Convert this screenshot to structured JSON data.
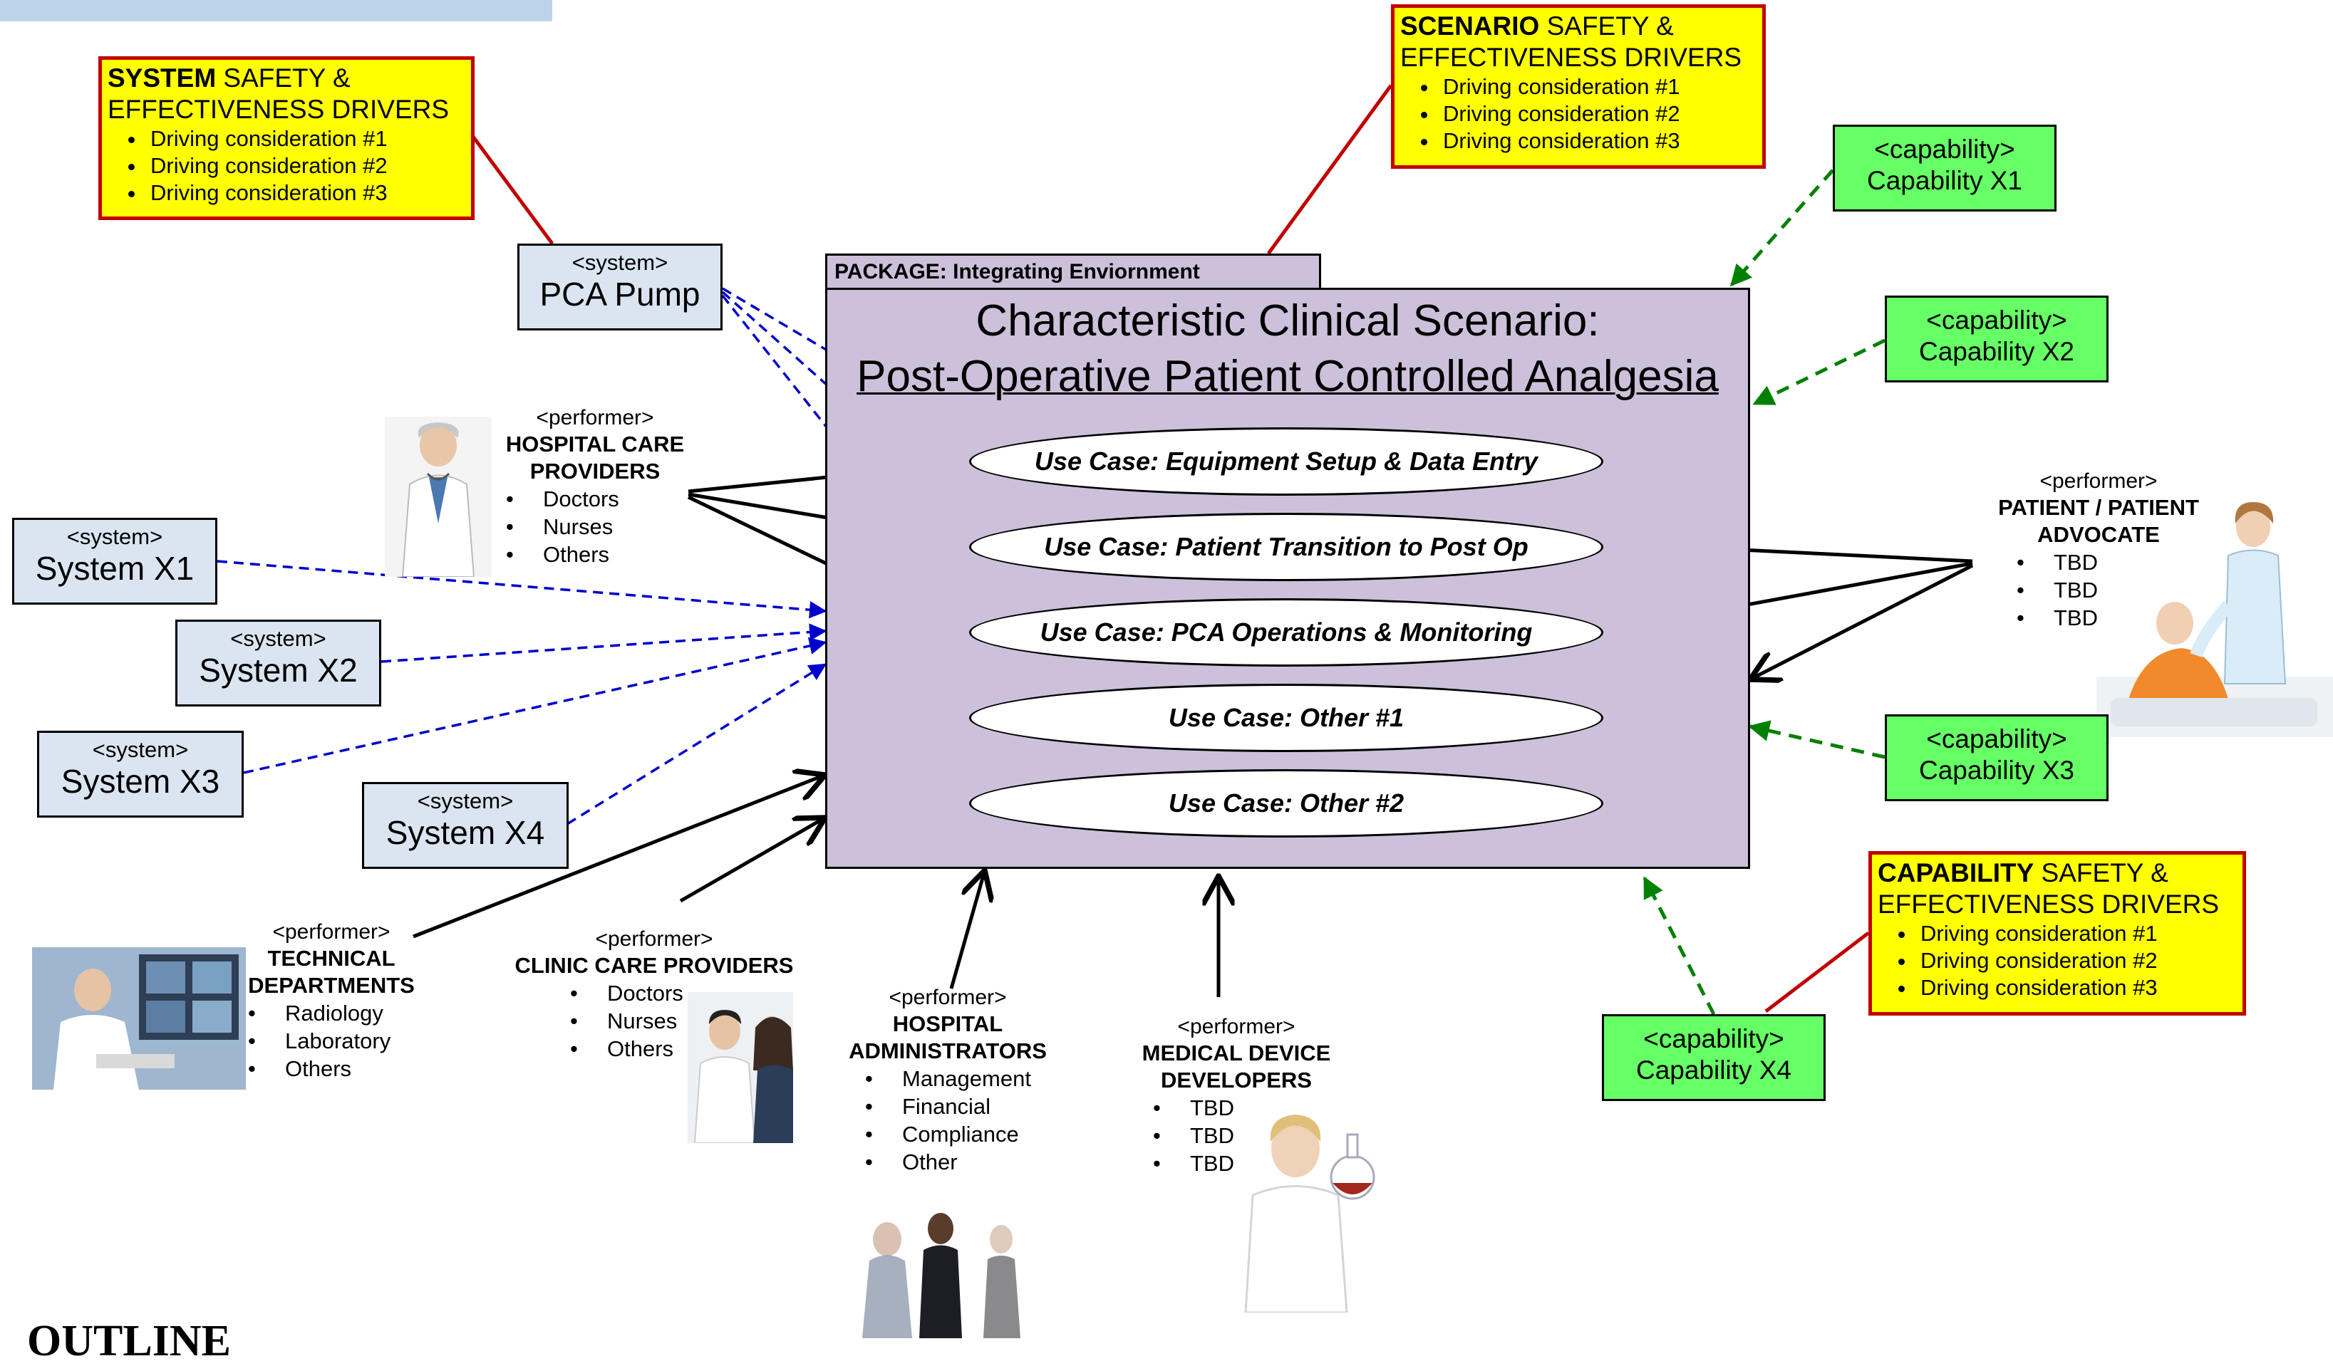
{
  "diagram": {
    "package_tab": "PACKAGE:  Integrating Enviornment",
    "title_line1": "Characteristic Clinical Scenario:",
    "title_line2": "Post-Operative Patient Controlled Analgesia",
    "use_cases": [
      "Use Case:  Equipment Setup & Data Entry",
      "Use Case:  Patient Transition to Post Op",
      "Use Case:  PCA Operations & Monitoring",
      "Use Case:  Other #1",
      "Use Case:  Other #2"
    ],
    "system_driver": {
      "bold": "SYSTEM",
      "rest1": " SAFETY &",
      "line2": "EFFECTIVENESS DRIVERS",
      "items": [
        "Driving consideration #1",
        "Driving consideration #2",
        "Driving consideration #3"
      ]
    },
    "scenario_driver": {
      "bold": "SCENARIO",
      "rest1": " SAFETY &",
      "line2": "EFFECTIVENESS DRIVERS",
      "items": [
        "Driving consideration #1",
        "Driving consideration #2",
        "Driving consideration #3"
      ]
    },
    "capability_driver": {
      "bold": "CAPABILITY",
      "rest1": " SAFETY &",
      "line2": "EFFECTIVENESS DRIVERS",
      "items": [
        "Driving consideration #1",
        "Driving consideration #2",
        "Driving consideration #3"
      ]
    },
    "systems": [
      {
        "stereotype": "<system>",
        "name": "PCA Pump"
      },
      {
        "stereotype": "<system>",
        "name": "System X1"
      },
      {
        "stereotype": "<system>",
        "name": "System X2"
      },
      {
        "stereotype": "<system>",
        "name": "System X3"
      },
      {
        "stereotype": "<system>",
        "name": "System X4"
      }
    ],
    "capabilities": [
      {
        "stereotype": "<capability>",
        "name": "Capability X1"
      },
      {
        "stereotype": "<capability>",
        "name": "Capability X2"
      },
      {
        "stereotype": "<capability>",
        "name": "Capability X3"
      },
      {
        "stereotype": "<capability>",
        "name": "Capability X4"
      }
    ],
    "performers": {
      "hospital_care": {
        "stereotype": "<performer>",
        "name": "HOSPITAL CARE\nPROVIDERS",
        "items": [
          "Doctors",
          "Nurses",
          "Others"
        ]
      },
      "patient": {
        "stereotype": "<performer>",
        "name": "PATIENT / PATIENT\nADVOCATE",
        "items": [
          "TBD",
          "TBD",
          "TBD"
        ]
      },
      "technical": {
        "stereotype": "<performer>",
        "name": "TECHNICAL\nDEPARTMENTS",
        "items": [
          "Radiology",
          "Laboratory",
          "Others"
        ]
      },
      "clinic_care": {
        "stereotype": "<performer>",
        "name": "CLINIC CARE PROVIDERS",
        "items": [
          "Doctors",
          "Nurses",
          "Others"
        ]
      },
      "administrators": {
        "stereotype": "<performer>",
        "name": "HOSPITAL\nADMINISTRATORS",
        "items": [
          "Management",
          "Financial",
          "Compliance",
          "Other"
        ]
      },
      "developers": {
        "stereotype": "<performer>",
        "name": "MEDICAL DEVICE\nDEVELOPERS",
        "items": [
          "TBD",
          "TBD",
          "TBD"
        ]
      }
    },
    "footer_text": "OUTLINE",
    "colors": {
      "driver_fill": "#ffff00",
      "driver_border": "#c00000",
      "system_fill": "#dbe5f1",
      "capability_fill": "#66ff66",
      "package_fill": "#ccc0da",
      "system_link": "#0000cc",
      "capability_link": "#008000",
      "performer_link": "#000000"
    }
  }
}
